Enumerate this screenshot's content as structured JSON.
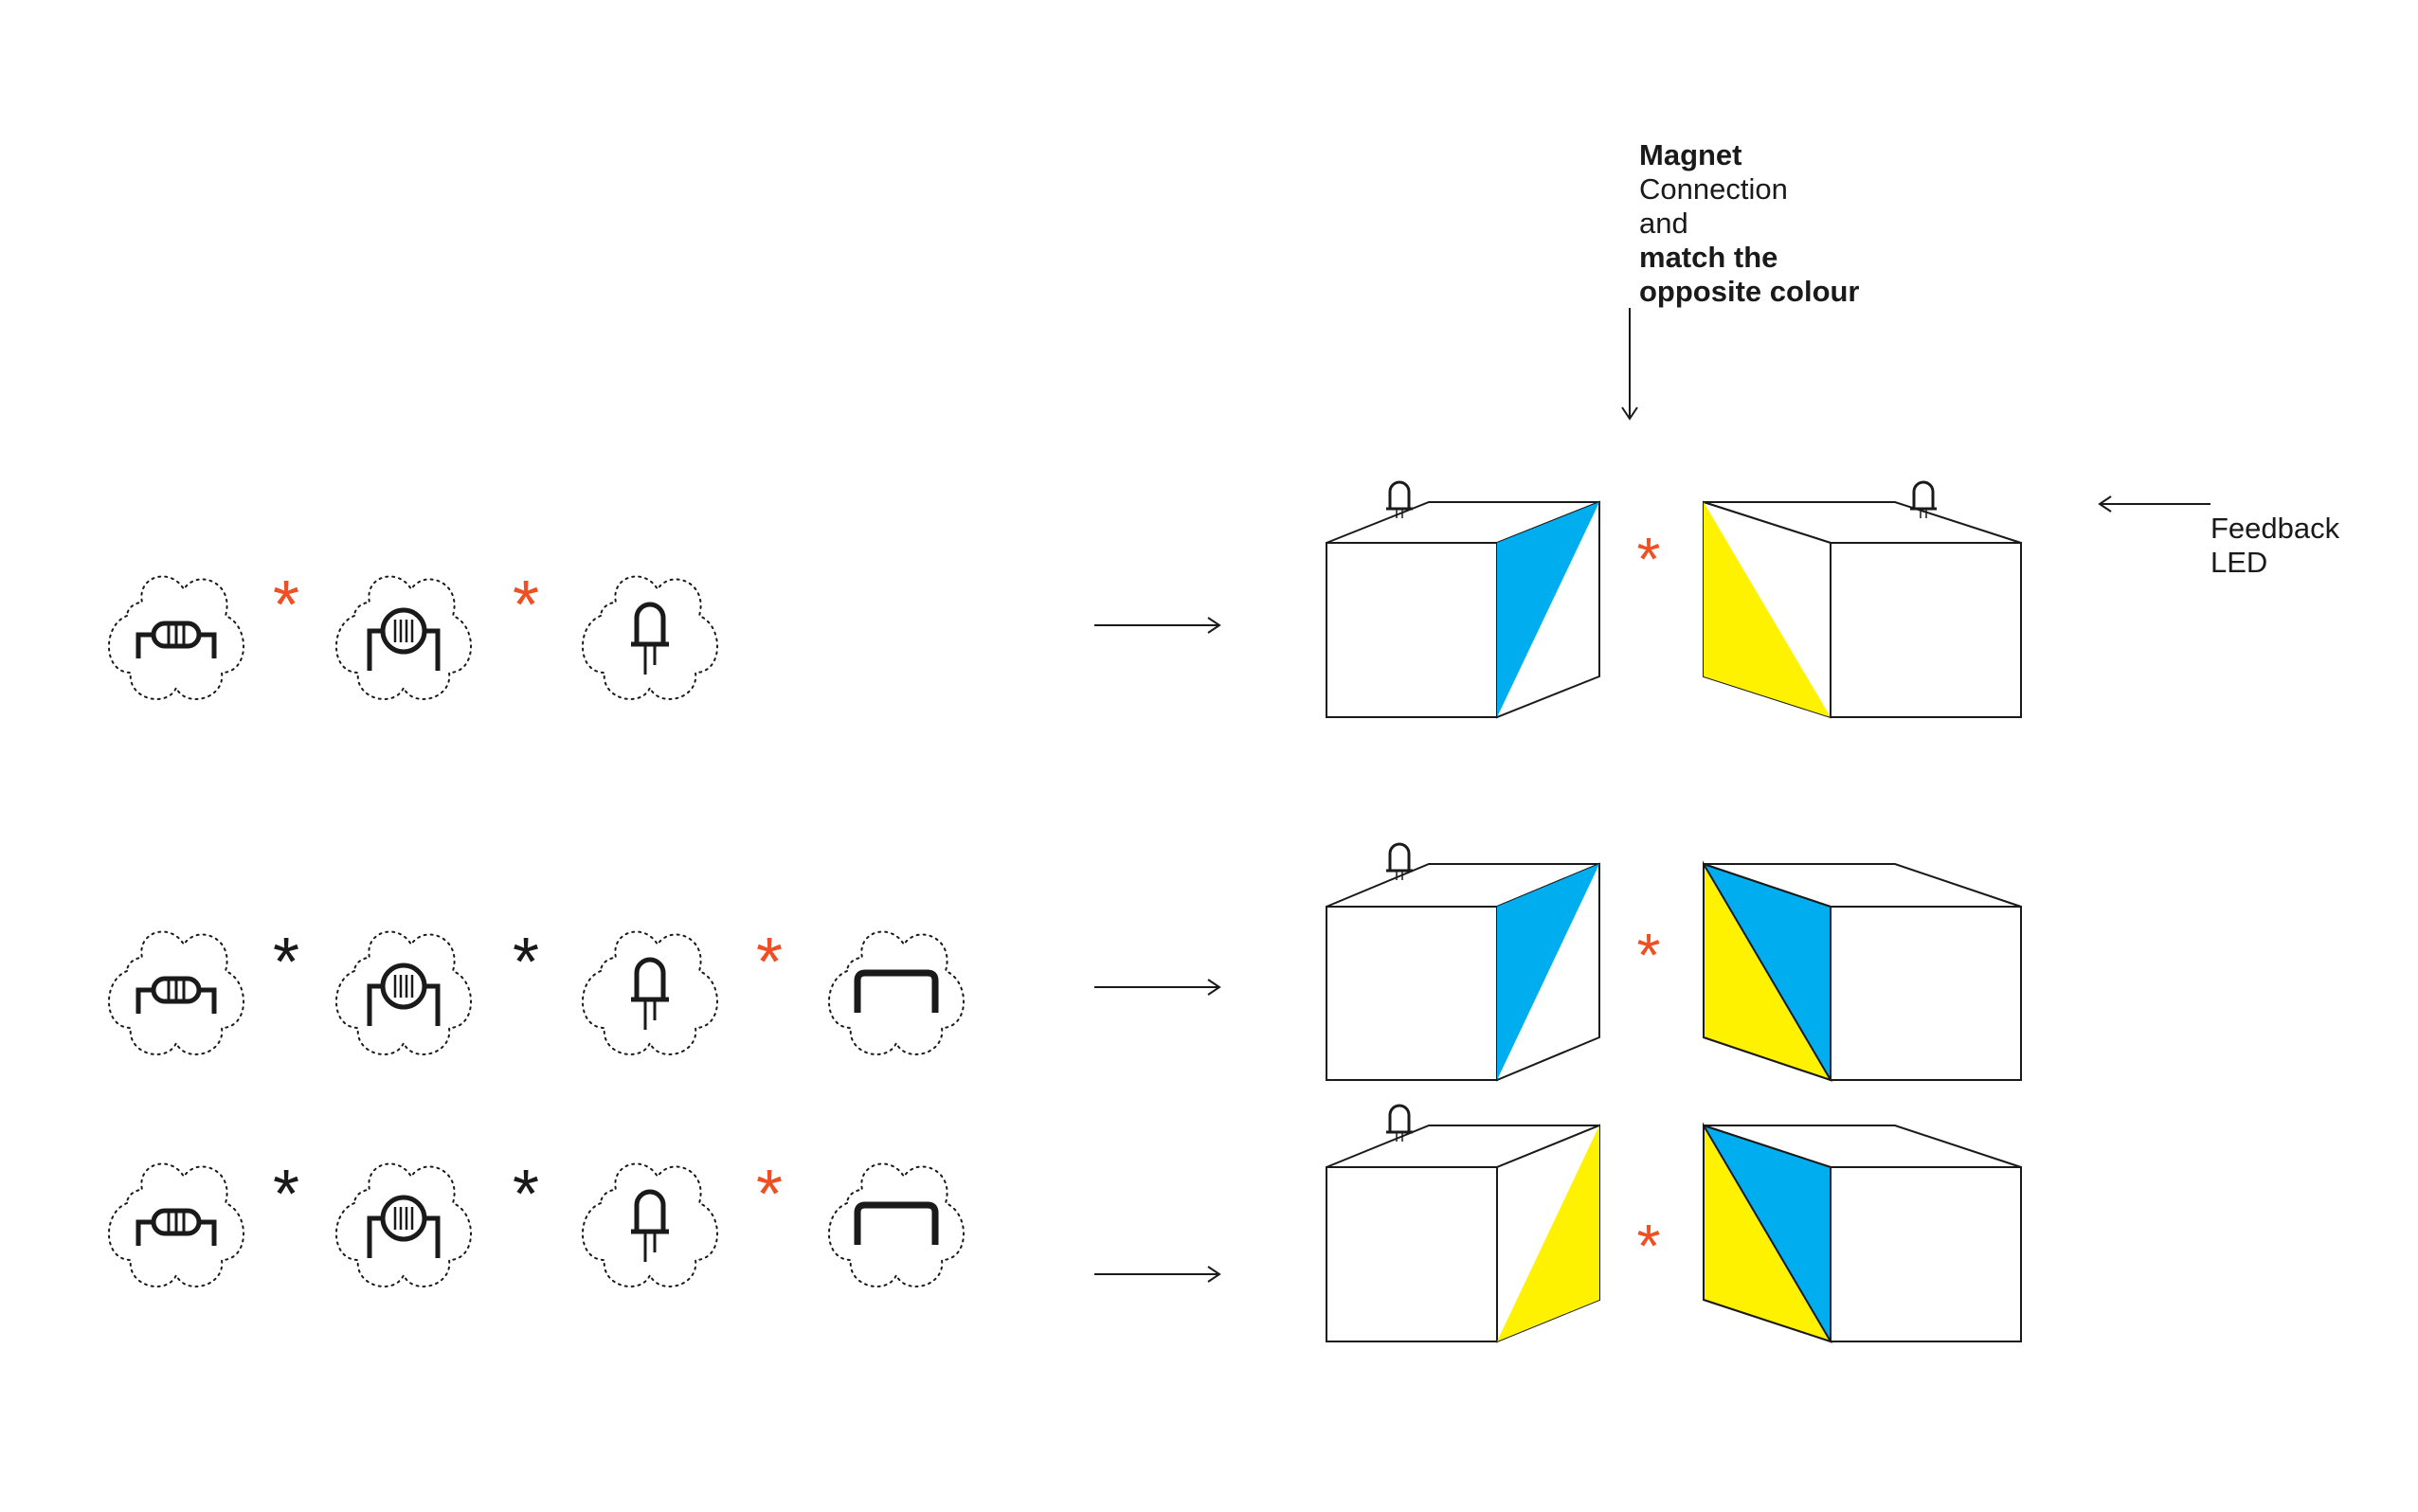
{
  "annotation_magnet": {
    "line1": "Magnet",
    "line2": "Connection",
    "line3": "and",
    "line4": "match the",
    "line5": "opposite colour"
  },
  "annotation_feedback": {
    "line1": "Feedback",
    "line2": "LED"
  },
  "colors": {
    "blue": "#00AEEF",
    "yellow": "#FFF200",
    "red_asterisk": "#F04E23",
    "black_asterisk": "#1a1a1a",
    "outline": "#1a1a1a"
  },
  "rows": [
    {
      "components": [
        "resistor-icon",
        "photoresistor-icon",
        "led-icon"
      ],
      "separators": [
        "red",
        "red"
      ],
      "result": {
        "left_cube_face": "blue",
        "right_cube_face": "yellow",
        "left_led": true,
        "right_led": true
      }
    },
    {
      "components": [
        "resistor-icon",
        "photoresistor-icon",
        "led-icon",
        "jumper-wire-icon"
      ],
      "separators": [
        "black",
        "black",
        "red"
      ],
      "result": {
        "left_cube_face": "blue",
        "right_cube_face": "yellow-blue",
        "left_led": true,
        "right_led": false
      }
    },
    {
      "components": [
        "resistor-icon",
        "photoresistor-icon",
        "led-icon",
        "jumper-wire-icon"
      ],
      "separators": [
        "black",
        "black",
        "red"
      ],
      "result": {
        "left_cube_face": "yellow",
        "right_cube_face": "yellow-blue",
        "left_led": true,
        "right_led": false
      }
    }
  ]
}
